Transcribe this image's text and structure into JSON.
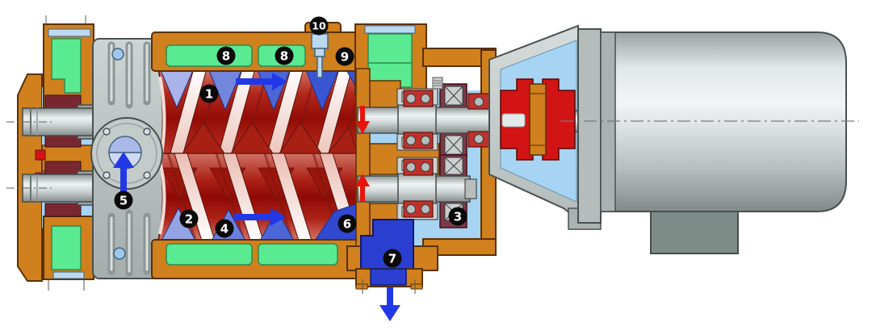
{
  "figure": {
    "kind": "cutaway-diagram",
    "subject": "twin-screw pump with drive motor, sectional view"
  },
  "labels": [
    {
      "text": "1"
    },
    {
      "text": "2"
    },
    {
      "text": "3"
    },
    {
      "text": "4"
    },
    {
      "text": "5"
    },
    {
      "text": "6"
    },
    {
      "text": "7"
    },
    {
      "text": "8"
    },
    {
      "text": "8"
    },
    {
      "text": "9"
    },
    {
      "text": "10"
    }
  ],
  "arrows": {
    "suction_direction": "up",
    "internal_flow_direction": "right",
    "discharge_direction": "down",
    "shaft_thrust_top": "down",
    "shaft_thrust_bottom": "up",
    "flow_color": "#2238e6",
    "thrust_color": "#e8140c"
  },
  "colors": {
    "casing_orange": "#d0801c",
    "liner_green": "#5aea92",
    "fluid_light_blue": "#a6d4f2",
    "pocket_blue": "#4c66d8",
    "discharge_blue": "#2a3fd0",
    "rotor_red": "#a81f13",
    "gear_maroon": "#7c3947",
    "coupling_red": "#d21414",
    "metal_gray": "#c3cbcb",
    "label_background": "#0a0a0a"
  }
}
